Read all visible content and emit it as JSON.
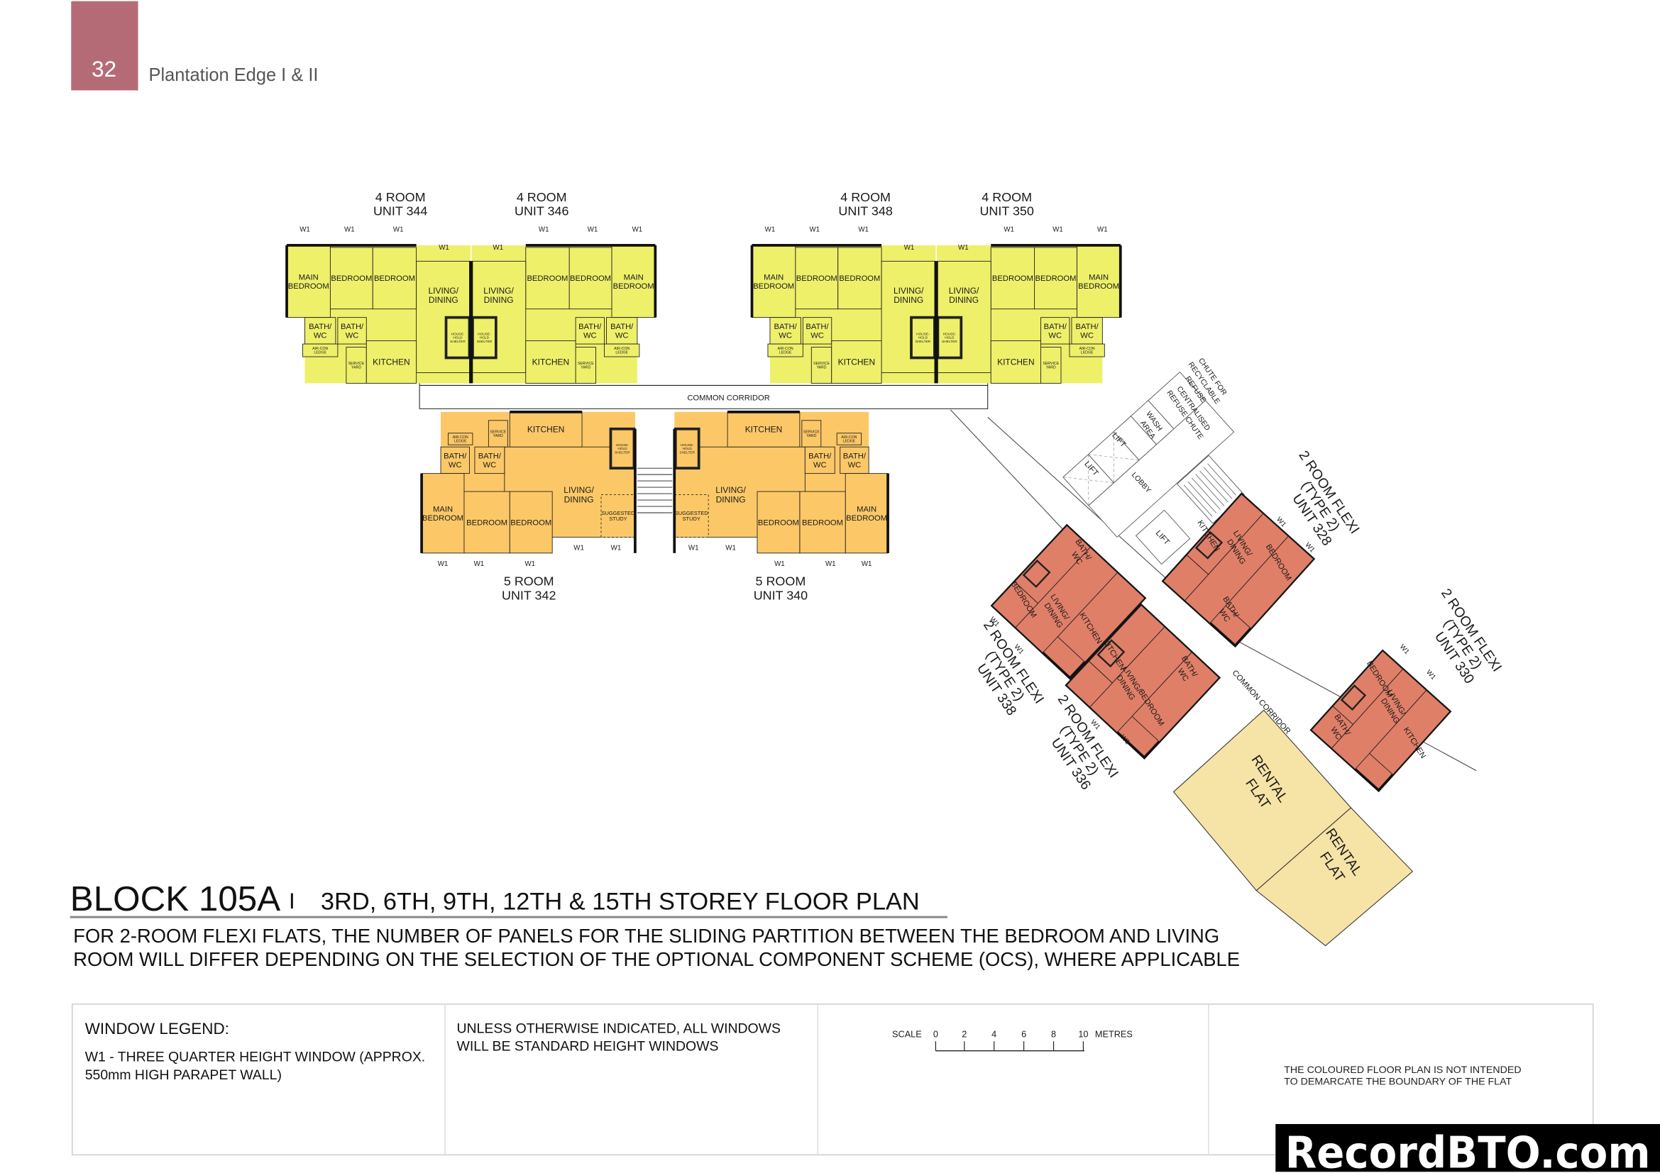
{
  "header": {
    "page_number": "32",
    "title": "Plantation Edge I & II"
  },
  "colors": {
    "page_badge": "#b56b76",
    "four_room": "#eef06a",
    "five_room": "#fcc867",
    "two_room_flexi": "#e07f68",
    "rental_flat": "#f6e3a6",
    "watermark_bg": "#000000"
  },
  "window_label": "W1",
  "units": {
    "u344": [
      "4 ROOM",
      "UNIT 344"
    ],
    "u346": [
      "4 ROOM",
      "UNIT 346"
    ],
    "u348": [
      "4 ROOM",
      "UNIT 348"
    ],
    "u350": [
      "4 ROOM",
      "UNIT 350"
    ],
    "u342": [
      "5 ROOM",
      "UNIT 342"
    ],
    "u340": [
      "5 ROOM",
      "UNIT 340"
    ],
    "u328": [
      "2 ROOM FLEXI",
      "(TYPE 2)",
      "UNIT 328"
    ],
    "u330": [
      "2 ROOM FLEXI",
      "(TYPE 2)",
      "UNIT 330"
    ],
    "u338": [
      "2 ROOM FLEXI",
      "(TYPE 2)",
      "UNIT 338"
    ],
    "u336": [
      "2 ROOM FLEXI",
      "(TYPE 2)",
      "UNIT 336"
    ]
  },
  "rooms": {
    "main_bedroom": [
      "MAIN",
      "BEDROOM"
    ],
    "bedroom": [
      "BEDROOM"
    ],
    "living": [
      "LIVING/",
      "DINING"
    ],
    "bath": [
      "BATH/",
      "WC"
    ],
    "kitchen": [
      "KITCHEN"
    ],
    "service": [
      "SERVICE",
      "YARD"
    ],
    "aircon": [
      "AIR-CON",
      "LEDGE"
    ],
    "shelter": [
      "HOUSE-",
      "HOLD",
      "SHELTER"
    ],
    "study": [
      "SUGGESTED",
      "STUDY"
    ],
    "household_shelter": [
      "HOUSEHOLD",
      "SHELTER"
    ]
  },
  "core": {
    "common_corridor": "COMMON CORRIDOR",
    "lift": "LIFT",
    "lobby": "LOBBY",
    "wash_area": [
      "WASH",
      "AREA"
    ],
    "chute_recyclable": [
      "CHUTE FOR",
      "RECYCLABLE",
      "REFUSE"
    ],
    "refuse_chute": [
      "CENTRALISED",
      "REFUSE CHUTE"
    ],
    "rental_flat": [
      "RENTAL",
      "FLAT"
    ]
  },
  "title": {
    "block": "BLOCK 105A",
    "separator": "I",
    "storeys": "3RD, 6TH, 9TH, 12TH & 15TH STOREY FLOOR PLAN",
    "note_lines": [
      "FOR 2-ROOM FLEXI FLATS, THE NUMBER OF PANELS FOR THE SLIDING PARTITION BETWEEN THE BEDROOM AND LIVING",
      "ROOM WILL DIFFER DEPENDING ON THE SELECTION OF THE OPTIONAL COMPONENT SCHEME (OCS), WHERE APPLICABLE"
    ]
  },
  "legend": {
    "heading": "WINDOW LEGEND:",
    "w1_lines": [
      "W1  -  THREE QUARTER HEIGHT WINDOW (APPROX.",
      "550mm HIGH PARAPET WALL)"
    ],
    "window_note": [
      "UNLESS OTHERWISE INDICATED,  ALL WINDOWS",
      "WILL BE STANDARD HEIGHT WINDOWS"
    ],
    "scale": {
      "label": "SCALE",
      "ticks": [
        "0",
        "2",
        "4",
        "6",
        "8",
        "10"
      ],
      "unit": "METRES"
    },
    "disclaimer": [
      "THE COLOURED FLOOR PLAN IS NOT INTENDED",
      "TO DEMARCATE THE BOUNDARY OF THE FLAT"
    ]
  },
  "watermark": "RecordBTO.com"
}
